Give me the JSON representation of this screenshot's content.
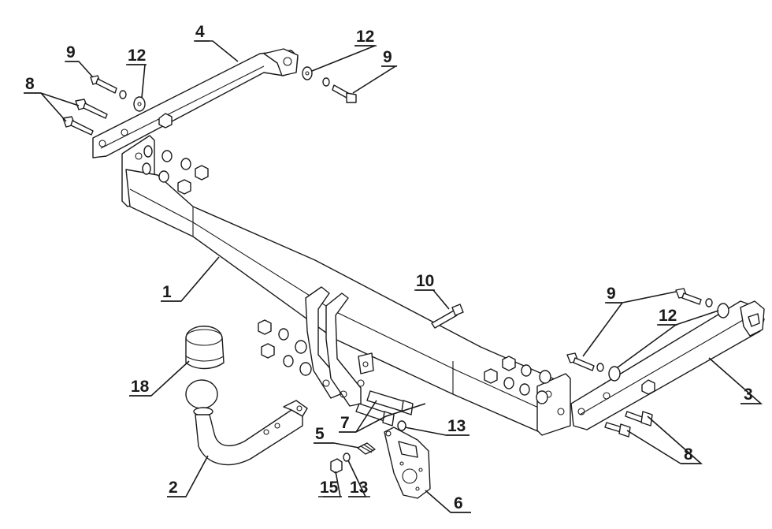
{
  "callouts": [
    {
      "id": "c1",
      "text": "1"
    },
    {
      "id": "c2",
      "text": "2"
    },
    {
      "id": "c3",
      "text": "3"
    },
    {
      "id": "c4",
      "text": "4"
    },
    {
      "id": "c5",
      "text": "5"
    },
    {
      "id": "c6",
      "text": "6"
    },
    {
      "id": "c7",
      "text": "7"
    },
    {
      "id": "c8a",
      "text": "8"
    },
    {
      "id": "c8b",
      "text": "8"
    },
    {
      "id": "c9a",
      "text": "9"
    },
    {
      "id": "c9b",
      "text": "9"
    },
    {
      "id": "c9c",
      "text": "9"
    },
    {
      "id": "c10",
      "text": "10"
    },
    {
      "id": "c12a",
      "text": "12"
    },
    {
      "id": "c12b",
      "text": "12"
    },
    {
      "id": "c12c",
      "text": "12"
    },
    {
      "id": "c13a",
      "text": "13"
    },
    {
      "id": "c13b",
      "text": "13"
    },
    {
      "id": "c15",
      "text": "15"
    },
    {
      "id": "c18",
      "text": "18"
    }
  ]
}
